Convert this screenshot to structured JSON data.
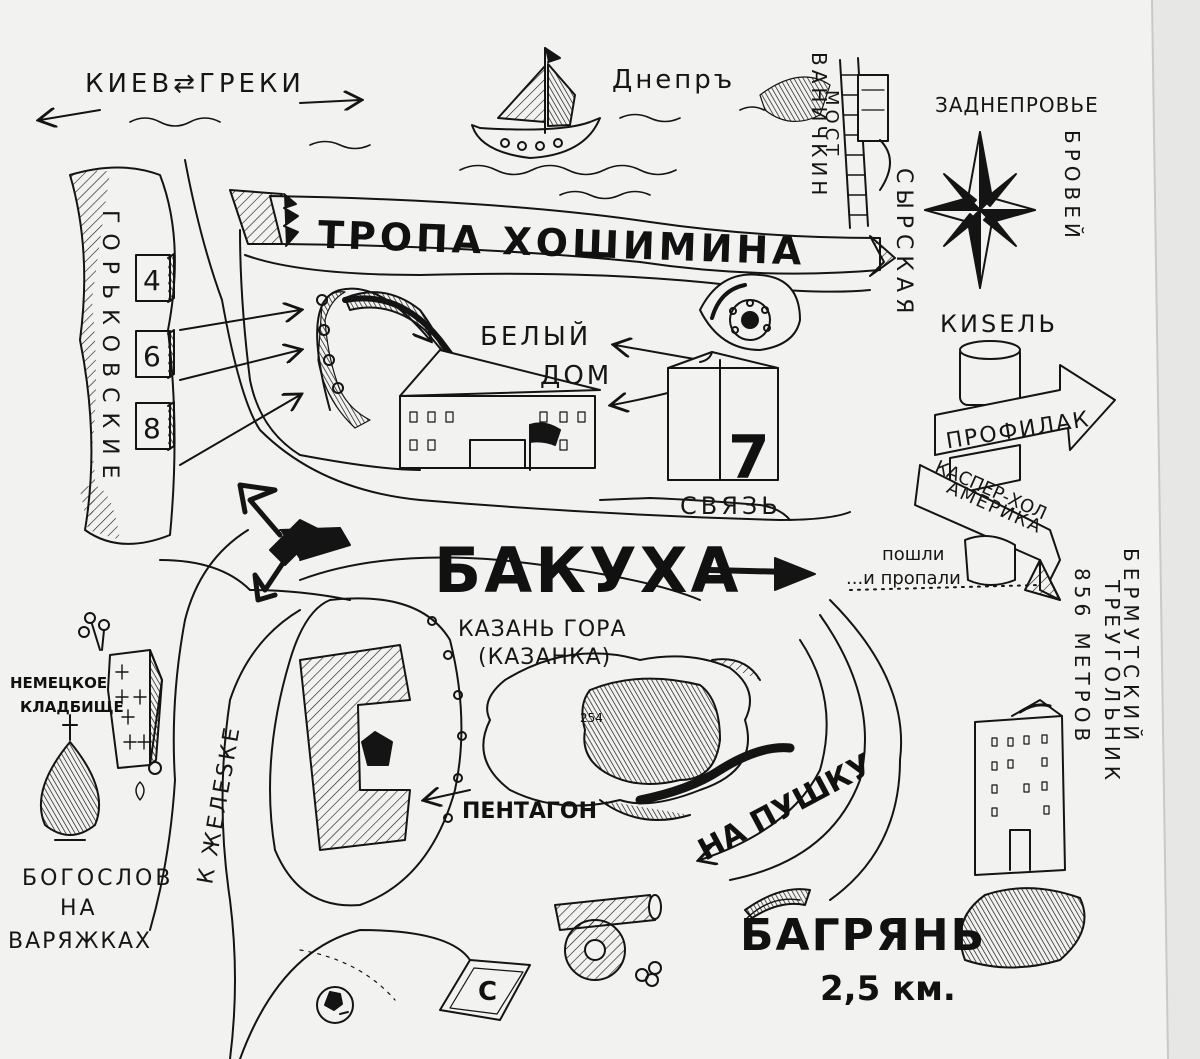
{
  "colors": {
    "paper": "#f2f2f0",
    "ink": "#141414",
    "paper_edge": "#e7e7e5",
    "background": "#d9d9d7"
  },
  "labels": {
    "kiev_greki": "КИЕВ⇄ГРЕКИ",
    "dnepr": "Днепръ",
    "vanichkin": "ВАНИЧКИН",
    "most": "МОСТ",
    "zadneprovye": "ЗАДНЕПРОВЬЕ",
    "brovei": "БРОВЕЙ",
    "siryrskaya": "СЫРСКАЯ",
    "kisel": "КИSЕЛЬ",
    "tropa_banner": "ТРОПА ХОШИМИНА",
    "gorkovskie": "ГОРЬКОВСКИЕ",
    "dorm_4": "4",
    "dorm_6": "6",
    "dorm_8": "8",
    "belyi": "БЕЛЫЙ",
    "dom": "ДОМ",
    "svyaz_num": "7",
    "svyaz": "СВЯЗЬ",
    "profilak": "ПРОФИЛАК",
    "kasper": "КАСПЕР-ХОЛ",
    "amerika": "АМЕРИКА",
    "poshli": "пошли",
    "i_propali": "...и пропали",
    "bakukha": "БАКУХА",
    "kazan_gora": "КАЗАНЬ ГОРА",
    "kazanka": "(КАЗАНКА)",
    "elev": "254",
    "pentagon": "ПЕНТАГОН",
    "na_pushku": "НА ПУШКУ",
    "k_zheleske": "К ЖЕЛЕSКЕ",
    "nemetskoe": "НЕМЕЦКОЕ",
    "kladbishche": "КЛАДБИЩЕ",
    "bogoslov": "БОГОСЛОВ",
    "na": "НА",
    "varyazhkakh": "ВАРЯЖКАХ",
    "metrov": "856 МЕТРОВ",
    "treugolnik": "ТРЕУГОЛЬНИК",
    "bermutskii": "БЕРМУТСКИЙ",
    "bagryan": "БАГРЯНЬ",
    "dist": "2,5 км.",
    "s_sign": "С"
  },
  "icons": [
    "sailboat-icon",
    "compass-rose-icon",
    "rotary-phone-icon",
    "cannon-icon",
    "football-icon",
    "church-dome-icon",
    "flowers-icon",
    "flag-icon"
  ]
}
